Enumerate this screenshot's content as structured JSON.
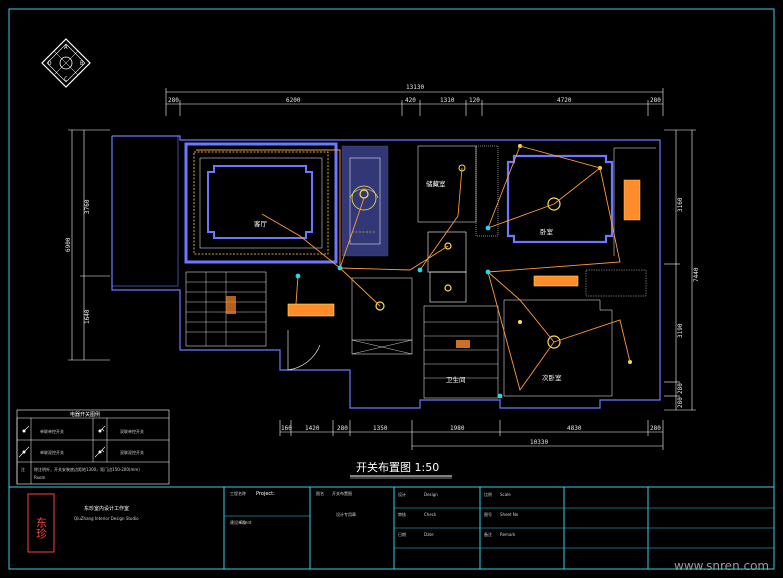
{
  "drawing": {
    "title": "开关布置图 1:50",
    "watermark": "www.snren.com",
    "compass_letters": [
      "A",
      "B",
      "C",
      "D"
    ]
  },
  "dimensions": {
    "top_total": "13130",
    "top_segments": [
      "280",
      "6200",
      "420",
      "1310",
      "120",
      "4720",
      "280"
    ],
    "left_total": "6900",
    "left_segments": [
      "3760",
      "1640"
    ],
    "right_total": "7440",
    "right_segments": [
      "3160",
      "3190",
      "280",
      "280"
    ],
    "bottom_total": "10330",
    "bottom_segments": [
      "160",
      "1420",
      "280",
      "1350",
      "1980",
      "4830",
      "280"
    ]
  },
  "rooms": {
    "living": "客厅",
    "kitchen": "储藏室",
    "bedroom": "卧室",
    "bathroom": "卫生间",
    "study": "次卧室"
  },
  "legend": {
    "title": "电器开关图例",
    "items": [
      "单联单控开关",
      "双联单控开关",
      "单联双控开关",
      "双联双控开关"
    ],
    "note_label": "注",
    "note_text": "除注明外，开关安装底边距地1300，距门边150-200(mm)",
    "note_line2": "Room"
  },
  "title_block": {
    "company_cn": "东珍室内设计工作室",
    "company_en": "QiuZhang Interior Design Studio",
    "project_label": "工程名称",
    "project_value": "Project:",
    "drawing_label": "图名",
    "drawing_value": "开关布置图",
    "client_label": "建设单位",
    "client_value": "Client",
    "design_label": "设计",
    "design_value": "Design",
    "check_label": "审核",
    "check_value": "Check",
    "date_label": "日期",
    "date_value": "Date",
    "scale_label": "比例",
    "scale_value": "Scale",
    "sheet_label": "图号",
    "sheet_value": "Sheet No",
    "remark_label": "备注",
    "remark_value": "Remark",
    "seal_text": "设计专用章",
    "logo_glyphs": "东珍"
  }
}
